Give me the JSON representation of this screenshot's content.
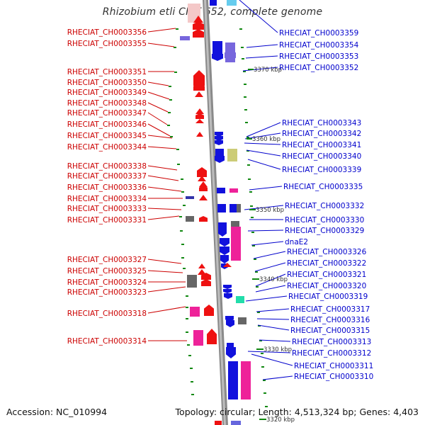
{
  "title": "Rhizobium etli CIAT 652, complete genome",
  "footer": {
    "accession_label": "Accession:",
    "accession": "NC_010994",
    "topology_label": "Topology:",
    "topology": "circular",
    "length_label": "Length:",
    "length": "4,513,324 bp",
    "genes_label": "Genes:",
    "genes": "4,403"
  },
  "colors": {
    "forward_strand": "#ee1111",
    "reverse_strand": "#1111dd",
    "left_label": "#cc0000",
    "right_label": "#0000cc",
    "backbone": "#8a8a8a",
    "tick": "#118811",
    "pink_feature": "#ee2299",
    "violet_feature": "#7766dd",
    "khaki_feature": "#cccc77",
    "teal_feature": "#22ddaa",
    "gray_feature": "#666666"
  },
  "scale_marks": [
    "3370 kbp",
    "3360 kbp",
    "3350 kbp",
    "3340 kbp",
    "3330 kbp",
    "3320 kbp"
  ],
  "left_labels": [
    "RHECIAT_CH0003356",
    "RHECIAT_CH0003355",
    "RHECIAT_CH0003351",
    "RHECIAT_CH0003350",
    "RHECIAT_CH0003349",
    "RHECIAT_CH0003348",
    "RHECIAT_CH0003347",
    "RHECIAT_CH0003346",
    "RHECIAT_CH0003345",
    "RHECIAT_CH0003344",
    "RHECIAT_CH0003338",
    "RHECIAT_CH0003337",
    "RHECIAT_CH0003336",
    "RHECIAT_CH0003334",
    "RHECIAT_CH0003333",
    "RHECIAT_CH0003331",
    "RHECIAT_CH0003327",
    "RHECIAT_CH0003325",
    "RHECIAT_CH0003324",
    "RHECIAT_CH0003323",
    "RHECIAT_CH0003318",
    "RHECIAT_CH0003314"
  ],
  "right_labels": [
    "RHECIAT_CH0003359",
    "RHECIAT_CH0003354",
    "RHECIAT_CH0003353",
    "RHECIAT_CH0003352",
    "RHECIAT_CH0003343",
    "RHECIAT_CH0003342",
    "RHECIAT_CH0003341",
    "RHECIAT_CH0003340",
    "RHECIAT_CH0003339",
    "RHECIAT_CH0003335",
    "RHECIAT_CH0003332",
    "RHECIAT_CH0003330",
    "RHECIAT_CH0003329",
    "dnaE2",
    "RHECIAT_CH0003326",
    "RHECIAT_CH0003322",
    "RHECIAT_CH0003321",
    "RHECIAT_CH0003320",
    "RHECIAT_CH0003319",
    "RHECIAT_CH0003317",
    "RHECIAT_CH0003316",
    "RHECIAT_CH0003315",
    "RHECIAT_CH0003313",
    "RHECIAT_CH0003312",
    "RHECIAT_CH0003311",
    "RHECIAT_CH0003310"
  ]
}
